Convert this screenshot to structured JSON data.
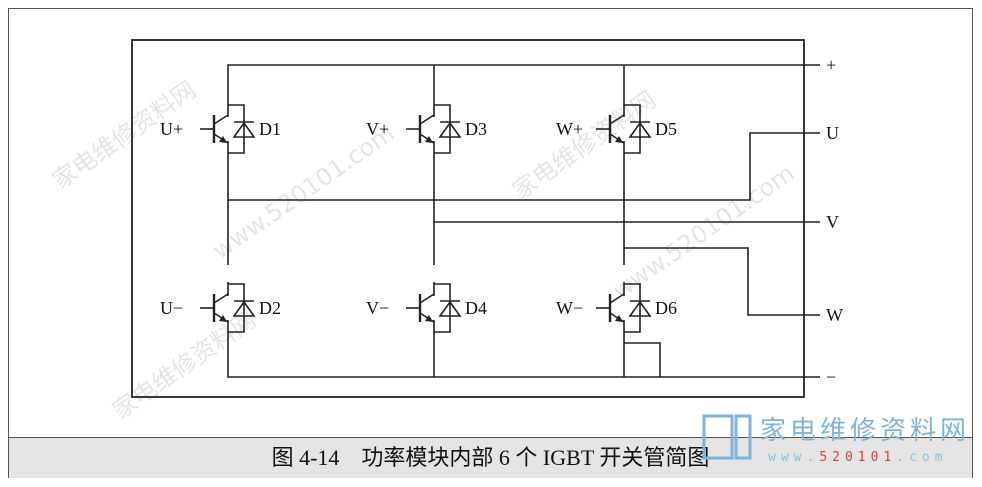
{
  "caption": "图 4-14　功率模块内部 6 个 IGBT 开关管简图",
  "terminals": {
    "plus": "+",
    "u": "U",
    "v": "V",
    "w": "W",
    "minus": "−"
  },
  "switches": [
    {
      "gate": "U+",
      "diode": "D1"
    },
    {
      "gate": "V+",
      "diode": "D3"
    },
    {
      "gate": "W+",
      "diode": "D5"
    },
    {
      "gate": "U−",
      "diode": "D2"
    },
    {
      "gate": "V−",
      "diode": "D4"
    },
    {
      "gate": "W−",
      "diode": "D6"
    }
  ],
  "watermark": {
    "name": "家电维修资料网",
    "url_prefix": "www.",
    "url_digits": "520101",
    "url_suffix": ".com"
  }
}
